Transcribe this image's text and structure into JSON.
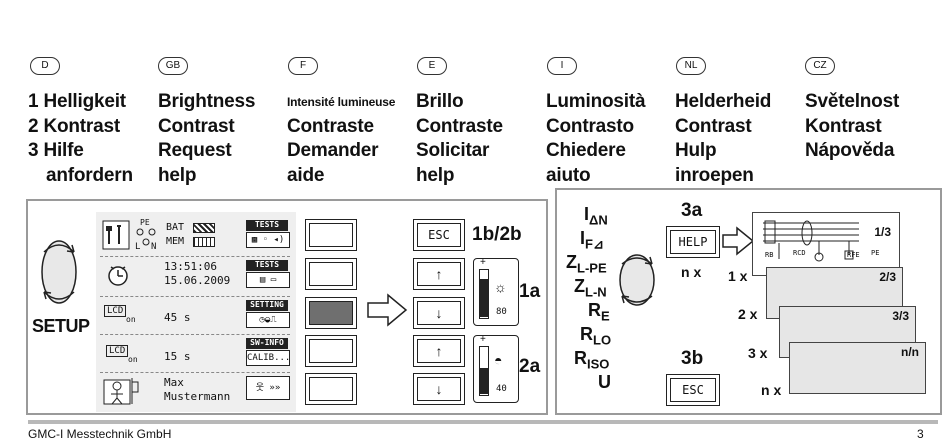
{
  "languages": [
    {
      "code": "D",
      "lines": [
        "1 Helligkeit",
        "2 Kontrast",
        "3 Hilfe",
        "anfordern"
      ]
    },
    {
      "code": "GB",
      "lines": [
        "Brightness",
        "Contrast",
        "Request",
        "help"
      ]
    },
    {
      "code": "F",
      "lines": [
        "Intensité lumineuse",
        "Contraste",
        "Demander",
        "aide"
      ]
    },
    {
      "code": "E",
      "lines": [
        "Brillo",
        "Contraste",
        "Solicitar",
        "help"
      ]
    },
    {
      "code": "I",
      "lines": [
        "Luminosità",
        "Contrasto",
        "Chiedere",
        "aiuto"
      ]
    },
    {
      "code": "NL",
      "lines": [
        "Helderheid",
        "Contrast",
        "Hulp",
        "inroepen"
      ]
    },
    {
      "code": "CZ",
      "lines": [
        "Světelnost",
        "Kontrast",
        "Nápověda",
        ""
      ]
    }
  ],
  "left_panel": {
    "setup_label": "SETUP",
    "screen": {
      "bat_label": "BAT",
      "mem_label": "MEM",
      "pe_label": "PE",
      "l_label": "L",
      "n_label": "N",
      "time": "13:51:06",
      "date": "15.06.2009",
      "lcd1": "LCD",
      "on1": "on",
      "lcd1_value": "45 s",
      "lcd2": "LCD",
      "on2": "on",
      "lcd2_value": "15 s",
      "user_line1": "Max",
      "user_line2": "Mustermann",
      "tags": [
        "TESTS",
        "TESTS",
        "SETTING",
        "SW-INFO"
      ],
      "calib": "CALIB..."
    },
    "esc_label": "ESC",
    "label_1b2b": "1b/2b",
    "label_1a": "1a",
    "label_2a": "2a",
    "slider1_value": "80",
    "slider2_value": "40",
    "slider_plus": "+",
    "slider_minus": "−"
  },
  "right_panel": {
    "symbols": [
      {
        "main": "I",
        "sub": "ΔN"
      },
      {
        "main": "I",
        "sub": "F⊿"
      },
      {
        "main": "Z",
        "sub": "L-PE"
      },
      {
        "main": "Z",
        "sub": "L-N"
      },
      {
        "main": "R",
        "sub": "E"
      },
      {
        "main": "R",
        "sub": "LO"
      },
      {
        "main": "R",
        "sub": "ISO"
      },
      {
        "main": "U",
        "sub": ""
      }
    ],
    "label_3a": "3a",
    "help_label": "HELP",
    "nx_top": "n x",
    "label_3b": "3b",
    "esc_label": "ESC",
    "pages": [
      {
        "mult": "1 x",
        "page": "2/3"
      },
      {
        "mult": "2 x",
        "page": "3/3"
      },
      {
        "mult": "3 x",
        "page": "n/n"
      },
      {
        "mult": "n x",
        "page": ""
      }
    ],
    "first_page": "1/3",
    "diagram_labels": {
      "rb": "RB",
      "rcd": "RCD",
      "pe": "PE",
      "rfe": "RFE"
    }
  },
  "footer": {
    "left": "GMC-I Messtechnik GmbH",
    "right": "3"
  }
}
